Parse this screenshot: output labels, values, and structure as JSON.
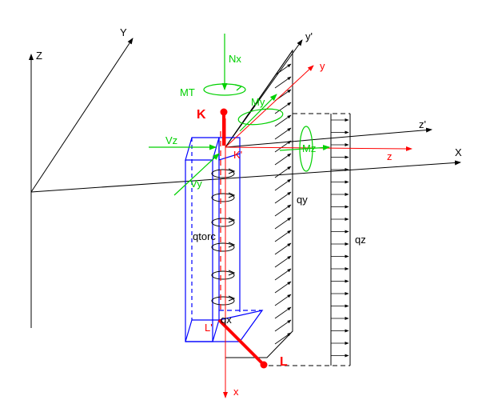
{
  "colors": {
    "black": "#000000",
    "red": "#ff0000",
    "green": "#00d000",
    "blue": "#0000ff",
    "red_dark": "#cc0000"
  },
  "labels": {
    "global_axes": {
      "Z": "Z",
      "Y": "Y",
      "X": "X"
    },
    "local_axes": {
      "y_prime": "y'",
      "z_prime": "z'"
    },
    "member_axes": {
      "x": "x",
      "y": "y",
      "z": "z"
    },
    "nodes": {
      "K": "K",
      "K_prime": "K'",
      "L": "L",
      "L_prime": "L'"
    },
    "forces": {
      "Nx": "Nx",
      "MT": "MT",
      "My": "My",
      "Vz": "Vz",
      "Vy": "Vy",
      "Mz": "Mz"
    },
    "loads": {
      "qy": "qy",
      "qz": "qz",
      "qx": "qx",
      "qtorc": "qtorc"
    }
  },
  "icons": {
    "moment_symbol": "curved-arrow-icon",
    "load_arrow": "small-arrowhead-icon"
  }
}
